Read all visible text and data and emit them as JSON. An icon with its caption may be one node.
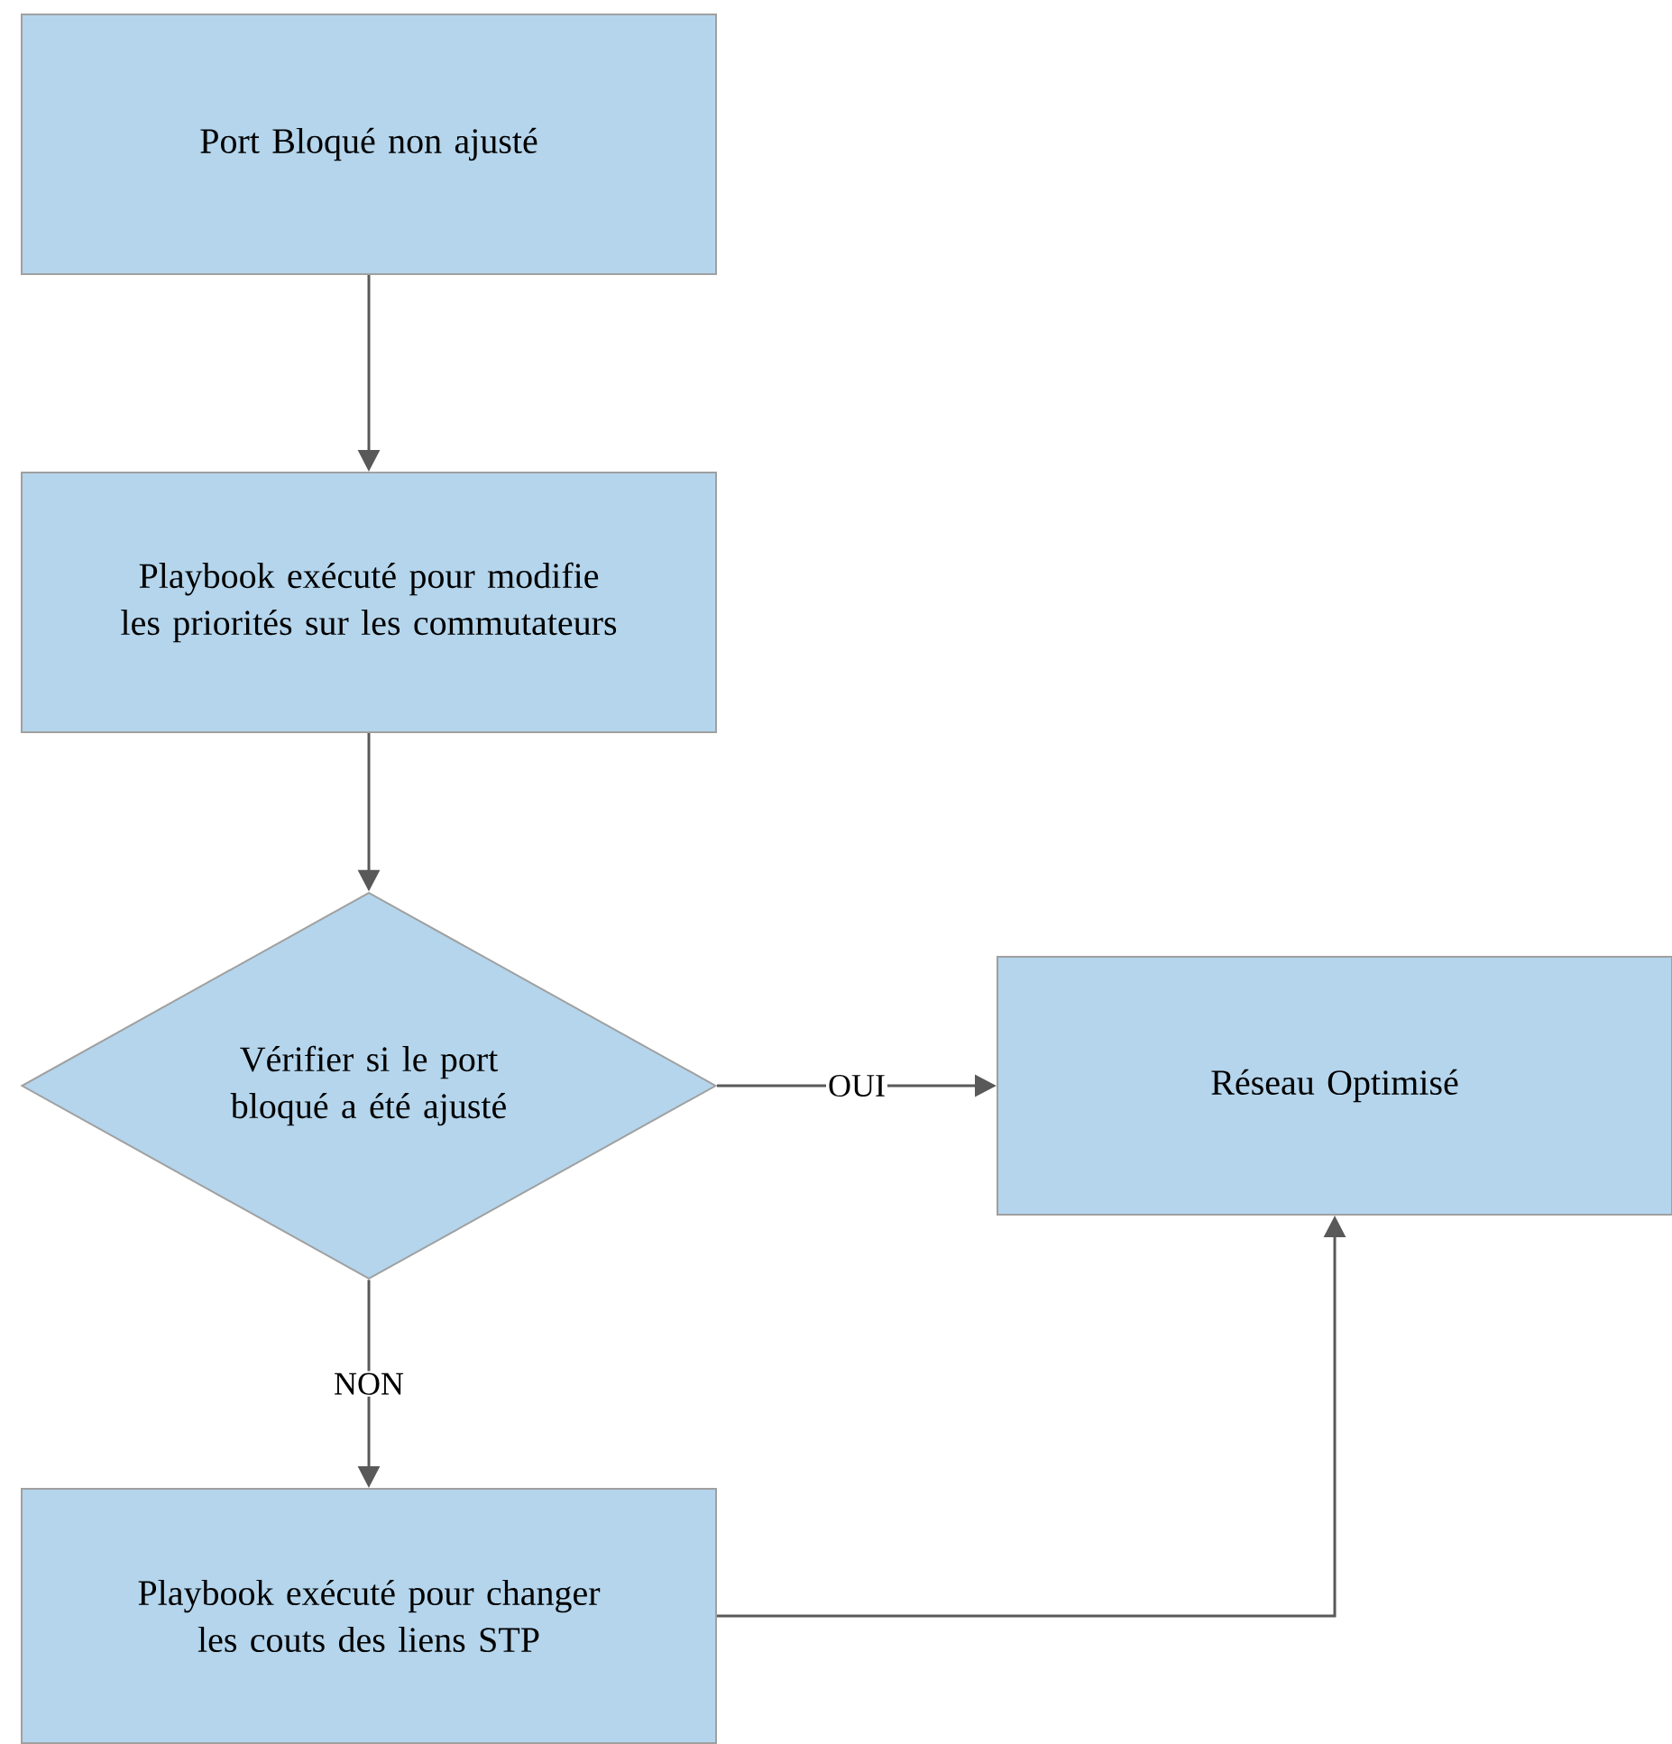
{
  "diagram": {
    "nodes": [
      {
        "text": [
          "Port Bloqué non ajusté"
        ]
      },
      {
        "text": [
          "Playbook exécuté pour modifie les priorités sur les commutateurs"
        ]
      },
      {
        "text": [
          "Vérifier si le port bloqué a été ajusté"
        ]
      },
      {
        "text": [
          "Réseau Optimisé"
        ]
      },
      {
        "text": [
          "Playbook exécuté pour changer les couts des liens STP"
        ]
      }
    ],
    "edges": [
      {
        "from": 0,
        "to": 1,
        "arrow": "to"
      },
      {
        "from": 1,
        "to": 2,
        "arrow": "to"
      },
      {
        "from": 2,
        "to": 3,
        "arrow": "to",
        "label": "OUI"
      },
      {
        "from": 2,
        "to": 4,
        "arrow": "to",
        "label": "NON"
      },
      {
        "from": 4,
        "to": 3,
        "arrow": "to"
      }
    ]
  }
}
